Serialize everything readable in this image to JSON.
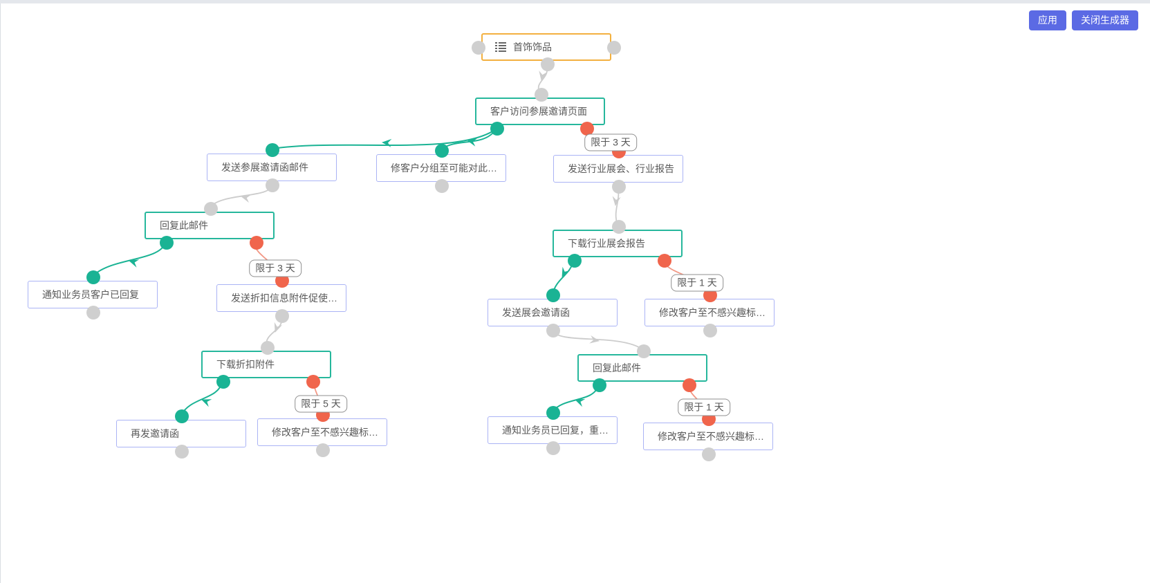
{
  "toolbar": {
    "apply_label": "应用",
    "close_label": "关闭生成器"
  },
  "diagram": {
    "root_icon": "list-icon",
    "colors": {
      "root_border": "#f3b03f",
      "trigger_border": "#26b79c",
      "action_border": "#aab3f5",
      "yes_endpoint": "#1ab394",
      "timeout_endpoint": "#f0654c",
      "neutral_endpoint": "#cfcfcf",
      "button_bg": "#5b6ae4"
    },
    "nodes": [
      {
        "id": "root",
        "label": "首饰饰品",
        "type": "root"
      },
      {
        "id": "n2",
        "label": "客户访问参展邀请页面",
        "type": "trigger"
      },
      {
        "id": "n3",
        "label": "发送参展邀请函邮件",
        "type": "action"
      },
      {
        "id": "n4",
        "label": "修客户分组至可能对此展会...",
        "type": "action"
      },
      {
        "id": "n5",
        "label": "发送行业展会、行业报告",
        "type": "action"
      },
      {
        "id": "n6",
        "label": "回复此邮件",
        "type": "trigger"
      },
      {
        "id": "n7",
        "label": "通知业务员客户已回复",
        "type": "action"
      },
      {
        "id": "n8",
        "label": "发送折扣信息附件促使客户...",
        "type": "action"
      },
      {
        "id": "n9",
        "label": "下载折扣附件",
        "type": "trigger"
      },
      {
        "id": "n10",
        "label": "再发邀请函",
        "type": "action"
      },
      {
        "id": "n11",
        "label": "修改客户至不感兴趣标签组",
        "type": "action"
      },
      {
        "id": "n12",
        "label": "下载行业展会报告",
        "type": "trigger"
      },
      {
        "id": "n13",
        "label": "发送展会邀请函",
        "type": "action"
      },
      {
        "id": "n14",
        "label": "修改客户至不感兴趣标签组",
        "type": "action"
      },
      {
        "id": "n15",
        "label": "回复此邮件",
        "type": "trigger"
      },
      {
        "id": "n16",
        "label": "通知业务员已回复，重点跟...",
        "type": "action"
      },
      {
        "id": "n17",
        "label": "修改客户至不感兴趣标签组",
        "type": "action"
      }
    ],
    "edges": [
      {
        "from": "首饰饰品",
        "to": "客户访问参展邀请页面",
        "type": "next",
        "label": ""
      },
      {
        "from": "客户访问参展邀请页面",
        "to": "发送参展邀请函邮件",
        "type": "branch",
        "label": ""
      },
      {
        "from": "客户访问参展邀请页面",
        "to": "修客户分组至可能对此展会...",
        "type": "branch",
        "label": ""
      },
      {
        "from": "客户访问参展邀请页面",
        "to": "发送行业展会、行业报告",
        "type": "timeout",
        "label": "限于 3 天"
      },
      {
        "from": "发送参展邀请函邮件",
        "to": "回复此邮件",
        "type": "next",
        "label": ""
      },
      {
        "from": "回复此邮件",
        "to": "通知业务员客户已回复",
        "type": "branch",
        "label": ""
      },
      {
        "from": "回复此邮件",
        "to": "发送折扣信息附件促使客户...",
        "type": "timeout",
        "label": "限于 3 天"
      },
      {
        "from": "发送折扣信息附件促使客户...",
        "to": "下载折扣附件",
        "type": "next",
        "label": ""
      },
      {
        "from": "下载折扣附件",
        "to": "再发邀请函",
        "type": "branch",
        "label": ""
      },
      {
        "from": "下载折扣附件",
        "to": "修改客户至不感兴趣标签组",
        "type": "timeout",
        "label": "限于 5 天"
      },
      {
        "from": "发送行业展会、行业报告",
        "to": "下载行业展会报告",
        "type": "next",
        "label": ""
      },
      {
        "from": "下载行业展会报告",
        "to": "发送展会邀请函",
        "type": "branch",
        "label": ""
      },
      {
        "from": "下载行业展会报告",
        "to": "修改客户至不感兴趣标签组",
        "type": "timeout",
        "label": "限于 1 天"
      },
      {
        "from": "发送展会邀请函",
        "to": "回复此邮件",
        "type": "next",
        "label": ""
      },
      {
        "from": "回复此邮件",
        "to": "通知业务员已回复，重点跟...",
        "type": "branch",
        "label": ""
      },
      {
        "from": "回复此邮件",
        "to": "修改客户至不感兴趣标签组",
        "type": "timeout",
        "label": "限于 1 天"
      }
    ]
  }
}
